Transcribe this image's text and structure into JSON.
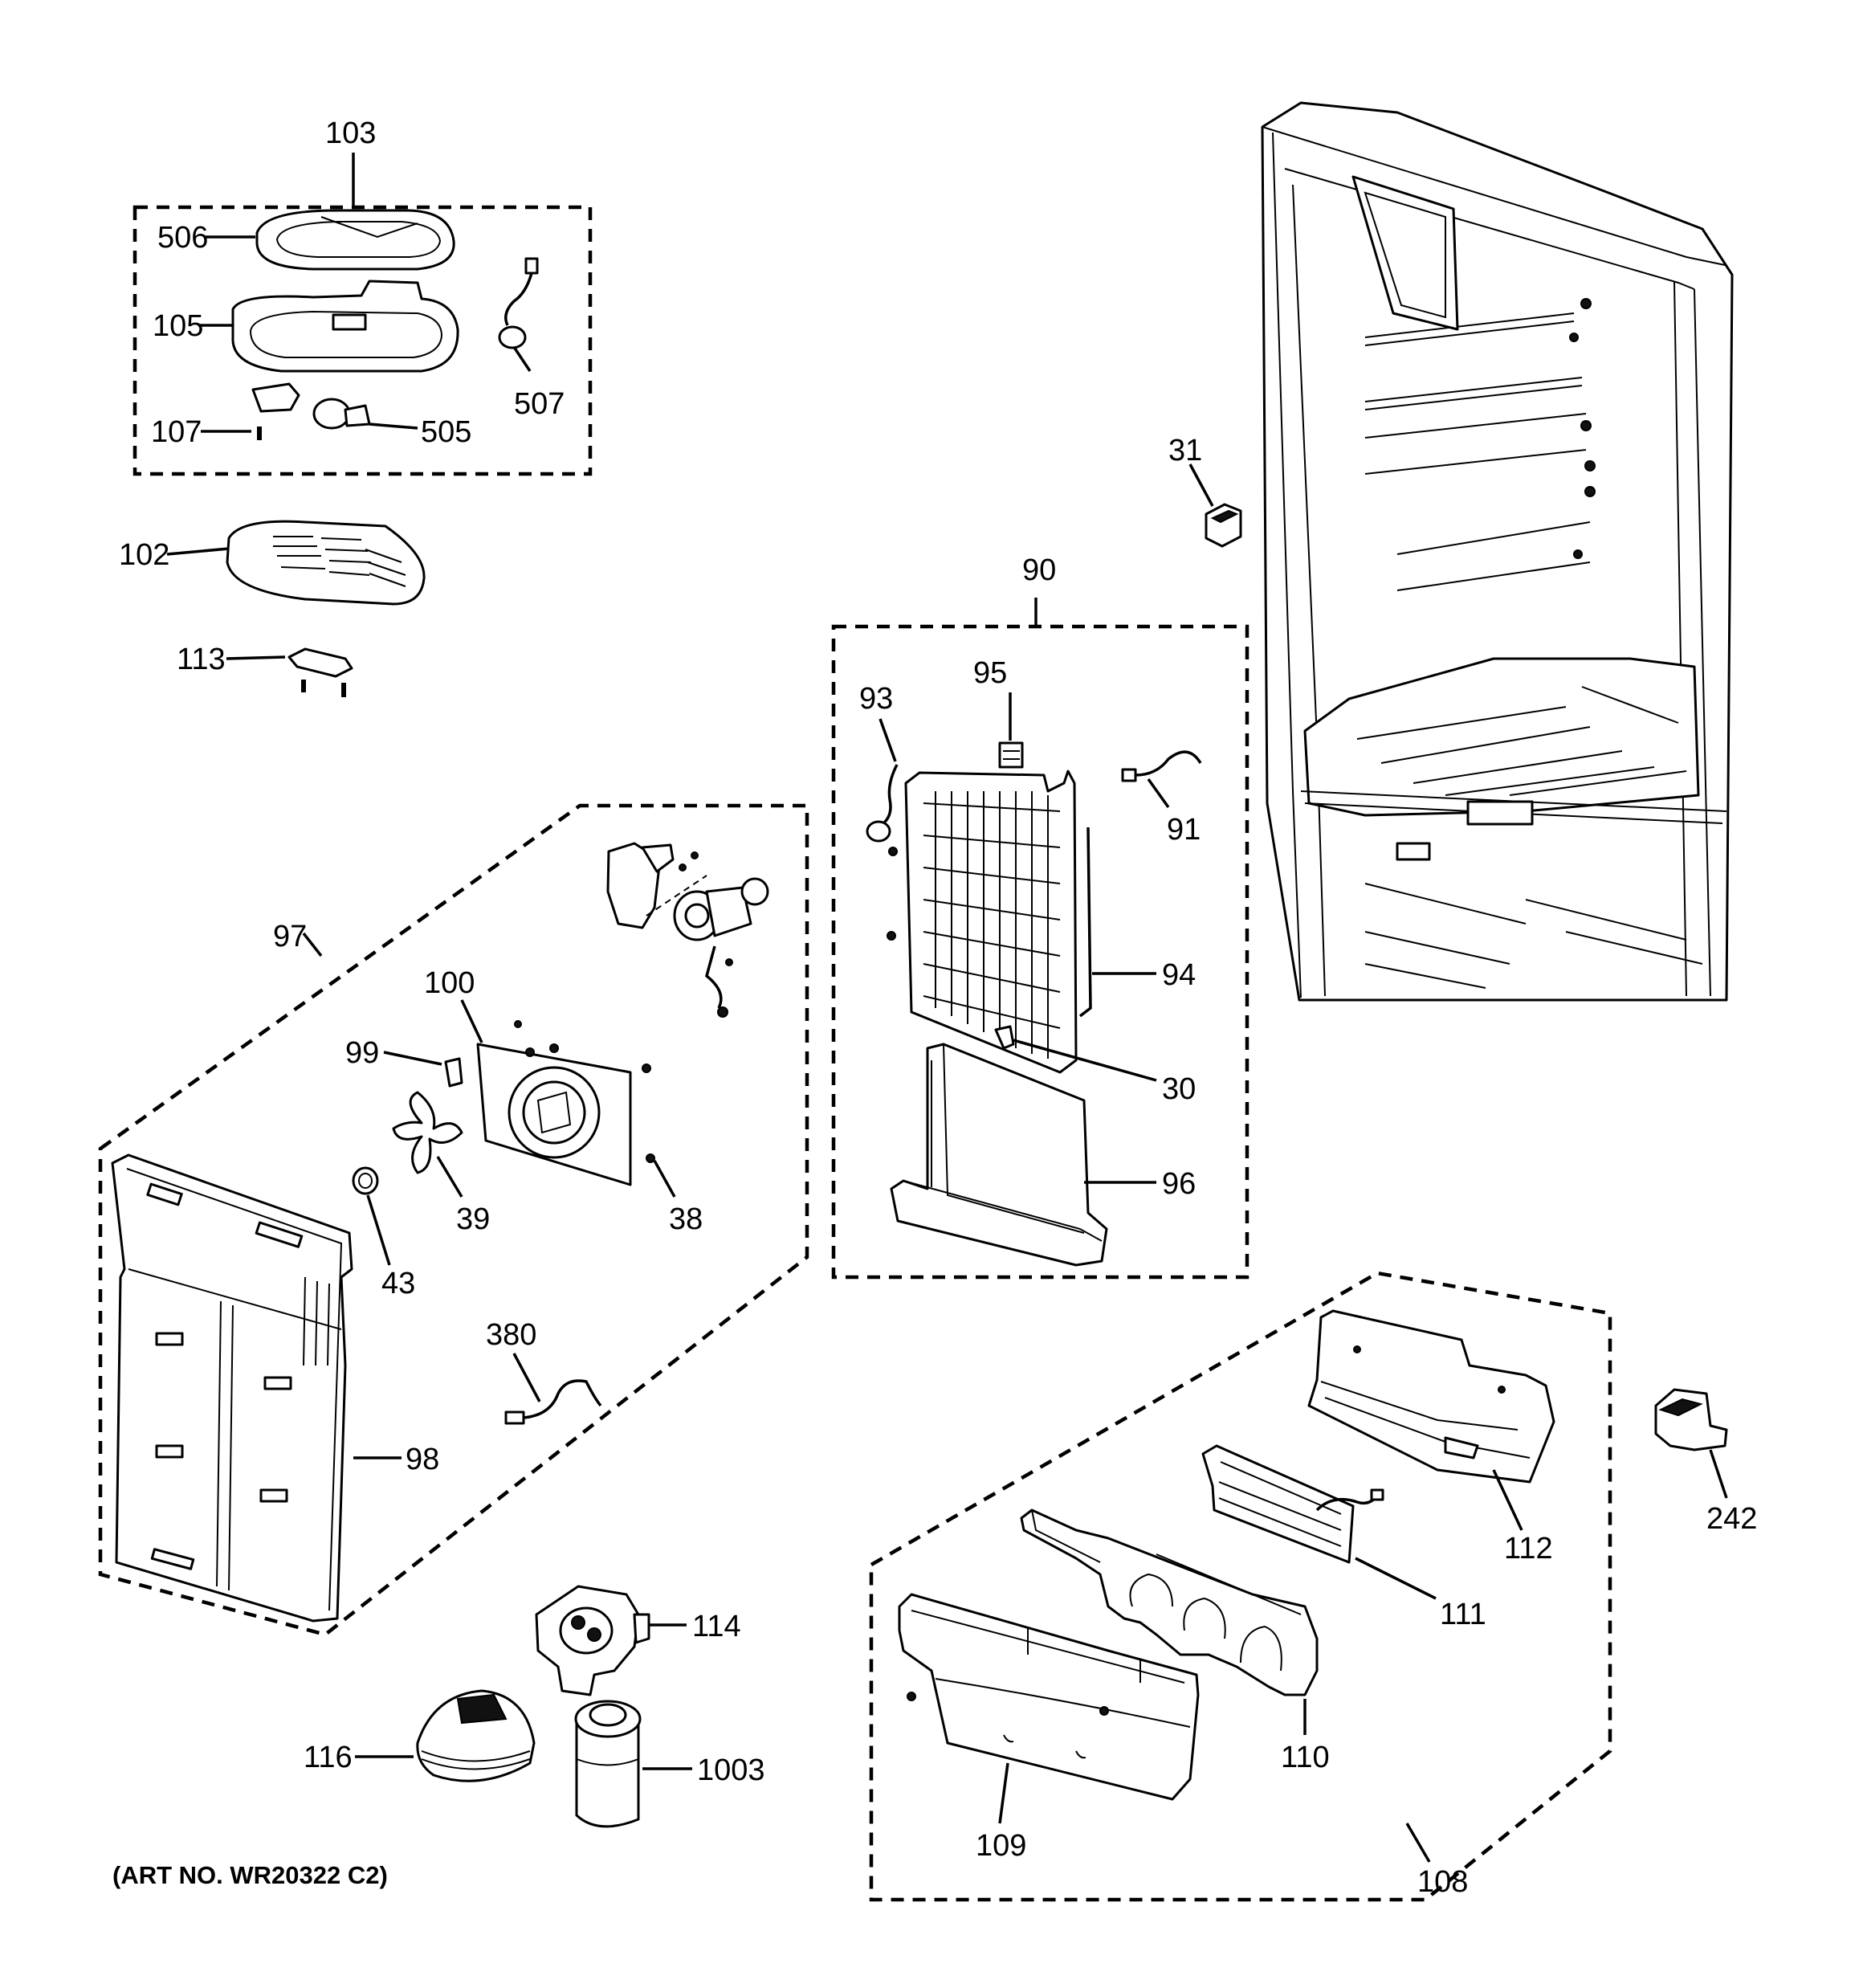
{
  "art_number": "(ART NO. WR20322 C2)",
  "callouts": {
    "c103": "103",
    "c506": "506",
    "c105": "105",
    "c107": "107",
    "c505": "505",
    "c507": "507",
    "c102": "102",
    "c113": "113",
    "c31": "31",
    "c90": "90",
    "c93": "93",
    "c95": "95",
    "c91": "91",
    "c94": "94",
    "c30": "30",
    "c96": "96",
    "c97": "97",
    "c100": "100",
    "c99": "99",
    "c38": "38",
    "c39": "39",
    "c43": "43",
    "c380": "380",
    "c98": "98",
    "c114": "114",
    "c116": "116",
    "c1003": "1003",
    "c112": "112",
    "c111": "111",
    "c110": "110",
    "c109": "109",
    "c108": "108",
    "c242": "242"
  }
}
